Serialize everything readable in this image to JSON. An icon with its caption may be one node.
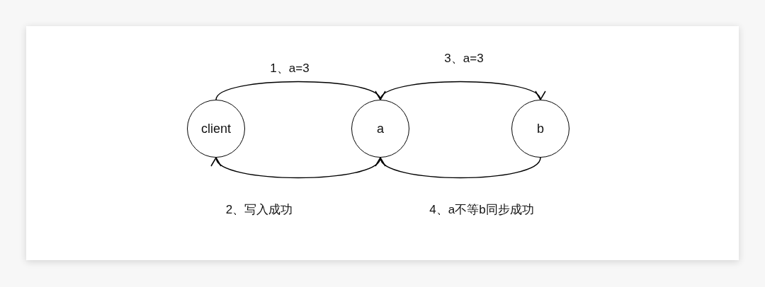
{
  "diagram": {
    "nodes": [
      {
        "text": [
          "client"
        ]
      },
      {
        "text": [
          "a"
        ]
      },
      {
        "text": [
          "b"
        ]
      }
    ],
    "edges": [
      {
        "from": 0,
        "to": 1,
        "arrow": "to",
        "label": "1、a=3"
      },
      {
        "from": 1,
        "to": 2,
        "arrow": "to",
        "label": "3、a=3"
      },
      {
        "from": 1,
        "to": 0,
        "arrow": "to",
        "label": "2、写入成功"
      },
      {
        "from": 2,
        "to": 1,
        "arrow": "to",
        "label": "4、a不等b同步成功"
      }
    ]
  }
}
